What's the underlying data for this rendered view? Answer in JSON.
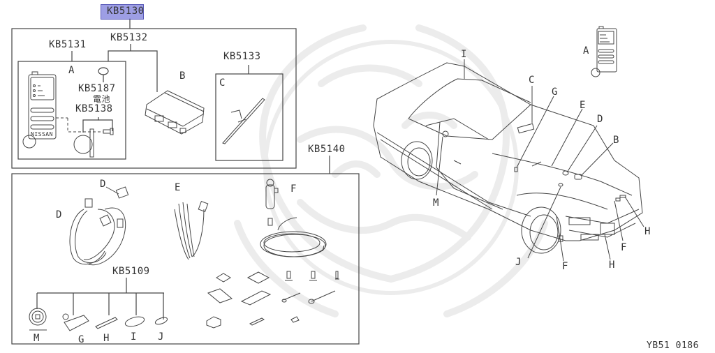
{
  "diagram": {
    "figure_id": "YB51 0186",
    "highlight_color": "#8c8ee0",
    "root": {
      "code": "KB5130",
      "highlighted": true
    },
    "group_upper": {
      "children": [
        {
          "code": "KB5131",
          "callout": "A",
          "part": "remote-control-key"
        },
        {
          "code": "KB5132",
          "callout": "B",
          "part": "control-unit"
        },
        {
          "code": "KB5187",
          "sublabel": "電池",
          "part": "battery"
        },
        {
          "code": "KB5138",
          "part": "key-ring-holder"
        },
        {
          "code": "KB5133",
          "callout": "C",
          "part": "antenna"
        }
      ]
    },
    "group_lower": {
      "code": "KB5140",
      "items": [
        {
          "callout": "D",
          "part": "harness"
        },
        {
          "callout": "D",
          "part": "connector"
        },
        {
          "callout": "E",
          "part": "sub-harness"
        },
        {
          "callout": "F",
          "part": "siren-harness"
        }
      ],
      "subgroup": {
        "code": "KB5109",
        "callouts": [
          "M",
          "G",
          "H",
          "I",
          "J"
        ]
      }
    },
    "vehicle_callouts": [
      "A",
      "I",
      "C",
      "G",
      "E",
      "D",
      "B",
      "M",
      "H",
      "F",
      "J",
      "F",
      "H"
    ],
    "labels": {
      "kb5130": "KB5130",
      "kb5131": "KB5131",
      "kb5132": "KB5132",
      "kb5133": "KB5133",
      "kb5187": "KB5187",
      "battery": "電池",
      "kb5138": "KB5138",
      "kb5140": "KB5140",
      "kb5109": "KB5109",
      "A": "A",
      "B": "B",
      "C": "C",
      "D": "D",
      "E": "E",
      "F": "F",
      "G": "G",
      "H": "H",
      "I": "I",
      "J": "J",
      "M": "M",
      "nissan": "NISSAN"
    }
  }
}
